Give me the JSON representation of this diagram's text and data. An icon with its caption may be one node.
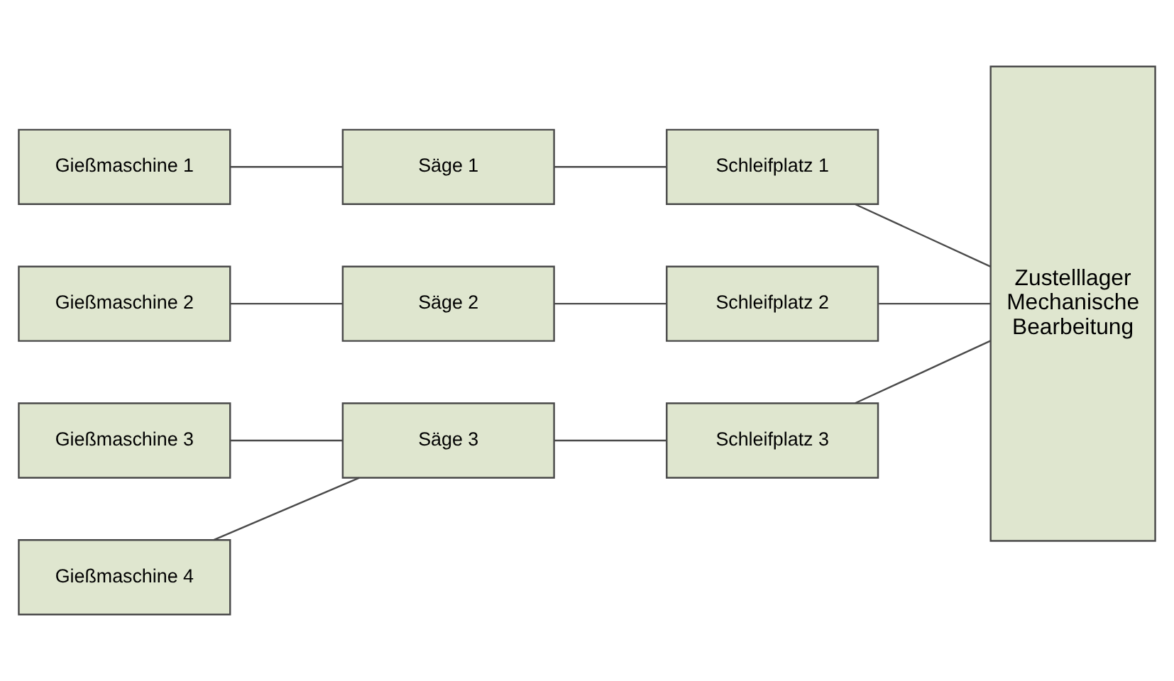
{
  "diagram": {
    "nodes": [
      {
        "text": [
          "Gießmaschine 1"
        ]
      },
      {
        "text": [
          "Gießmaschine 2"
        ]
      },
      {
        "text": [
          "Gießmaschine 3"
        ]
      },
      {
        "text": [
          "Gießmaschine 4"
        ]
      },
      {
        "text": [
          "Säge 1"
        ]
      },
      {
        "text": [
          "Säge 2"
        ]
      },
      {
        "text": [
          "Säge 3"
        ]
      },
      {
        "text": [
          "Schleifplatz 1"
        ]
      },
      {
        "text": [
          "Schleifplatz 2"
        ]
      },
      {
        "text": [
          "Schleifplatz 3"
        ]
      },
      {
        "text": [
          "Zustelllager Mechanische Bearbeitung"
        ]
      }
    ],
    "edges": [
      {
        "from": 0,
        "to": 4,
        "arrow": "none"
      },
      {
        "from": 4,
        "to": 7,
        "arrow": "none"
      },
      {
        "from": 1,
        "to": 5,
        "arrow": "none"
      },
      {
        "from": 5,
        "to": 8,
        "arrow": "none"
      },
      {
        "from": 2,
        "to": 6,
        "arrow": "none"
      },
      {
        "from": 3,
        "to": 6,
        "arrow": "none"
      },
      {
        "from": 6,
        "to": 9,
        "arrow": "none"
      },
      {
        "from": 7,
        "to": 10,
        "arrow": "none"
      },
      {
        "from": 8,
        "to": 10,
        "arrow": "none"
      },
      {
        "from": 9,
        "to": 10,
        "arrow": "none"
      }
    ]
  }
}
